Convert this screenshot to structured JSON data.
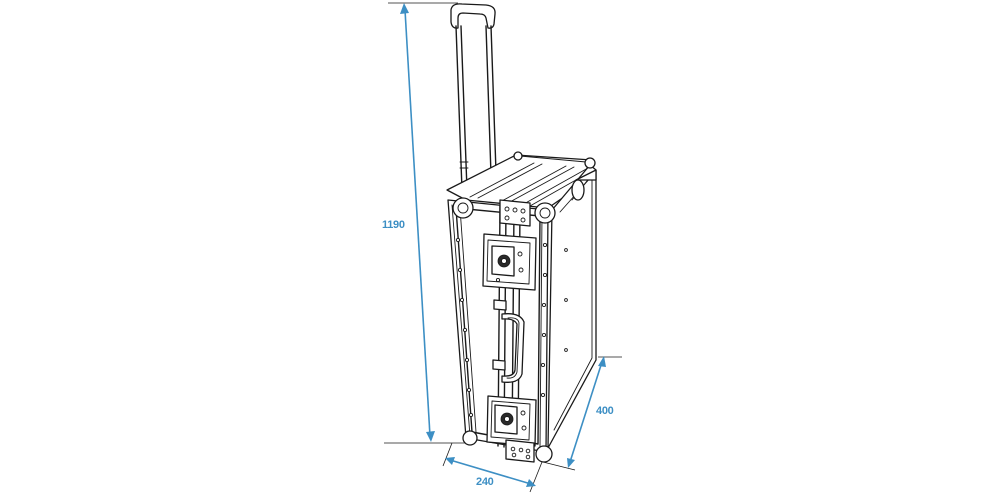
{
  "dimensions": {
    "height": {
      "label": "1190",
      "color": "#3d8fc4"
    },
    "width": {
      "label": "240",
      "color": "#3d8fc4"
    },
    "depth": {
      "label": "400",
      "color": "#3d8fc4"
    }
  },
  "colors": {
    "outline": "#1a1a1a",
    "dimension": "#3d8fc4",
    "background": "#ffffff"
  },
  "icons": [
    "trolley-case-icon",
    "telescopic-handle-icon",
    "butterfly-latch-icon",
    "carry-handle-icon",
    "ball-corner-icon"
  ]
}
